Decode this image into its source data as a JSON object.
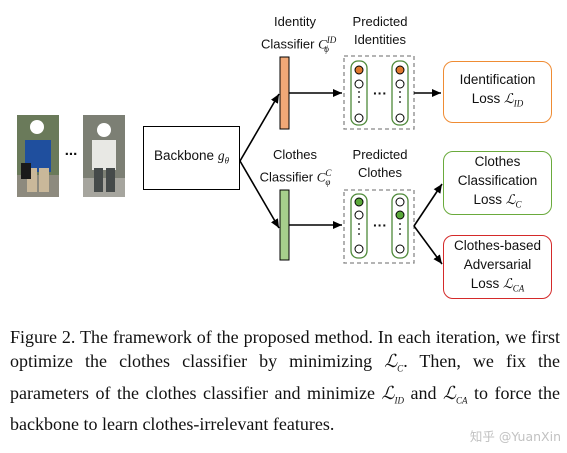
{
  "diagram": {
    "images_ellipsis": "...",
    "backbone": {
      "label": "Backbone ",
      "sym": "g",
      "sub": "θ"
    },
    "identity_classifier": {
      "line1": "Identity",
      "line2": "Classifier ",
      "sym": "C",
      "sup": "ID",
      "sub": "ϕ"
    },
    "clothes_classifier": {
      "line1": "Clothes",
      "line2": "Classifier ",
      "sym": "C",
      "sup": "C",
      "sub": "φ"
    },
    "predicted_identities": {
      "line1": "Predicted",
      "line2": "Identities"
    },
    "predicted_clothes": {
      "line1": "Predicted",
      "line2": "Clothes"
    },
    "vector_ellipsis": "···",
    "identification_loss": {
      "line1": "Identification",
      "line2": "Loss ",
      "sym": "ℒ",
      "sub": "ID"
    },
    "clothes_classification_loss": {
      "line1": "Clothes",
      "line2": "Classification",
      "line3": "Loss ",
      "sym": "ℒ",
      "sub": "C"
    },
    "clothes_adversarial_loss": {
      "line1": "Clothes-based",
      "line2": "Adversarial",
      "line3": "Loss ",
      "sym": "ℒ",
      "sub": "CA"
    },
    "colors": {
      "identity": "#f0a877",
      "identity_dot": "#e07a2e",
      "clothes": "#a6cf8c",
      "clothes_dot": "#5aa83a",
      "id_loss_border": "#ef8c34",
      "cc_loss_border": "#6aaa3c",
      "ca_loss_border": "#d42a2a"
    }
  },
  "caption": {
    "p1": "Figure 2. The framework of the proposed method. In each iteration, we first optimize the clothes classifier by minimizing ",
    "s1": "ℒ",
    "s1sub": "C",
    "p2": ". Then, we fix the parameters of the clothes classifier and minimize ",
    "s2": "ℒ",
    "s2sub": "ID",
    "p3": " and ",
    "s3": "ℒ",
    "s3sub": "CA",
    "p4": " to force the backbone to learn clothes-irrelevant features."
  },
  "watermark": "知乎 @YuanXin"
}
